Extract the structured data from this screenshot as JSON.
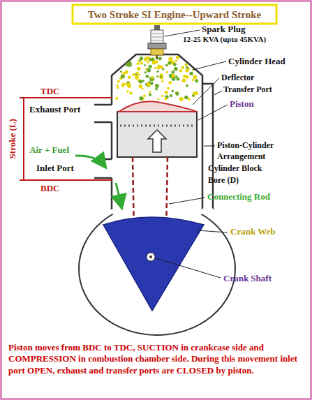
{
  "diagram": {
    "title": "Two Stroke SI Engine--Upward Stroke",
    "caption": "Piston moves from BDC to TDC, SUCTION in crankcase side and COMPRESSION in combustion chamber side. During this movement inlet port OPEN, exhaust and transfer ports are CLOSED by piston.",
    "labels": [
      "Spark Plug",
      "12-25 KVA (upto 45KVA)",
      "Cylinder Head",
      "TDC",
      "Exhaust Port",
      "Deflector",
      "Transfer Port",
      "Piston",
      "Stroke (L)",
      "Air + Fuel",
      "Piston-Cylinder Arrangement",
      "Inlet Port",
      "Cylinder Block",
      "Bore (D)",
      "BDC",
      "Connecting Rod",
      "Crank Web",
      "Crank Shaft"
    ]
  }
}
